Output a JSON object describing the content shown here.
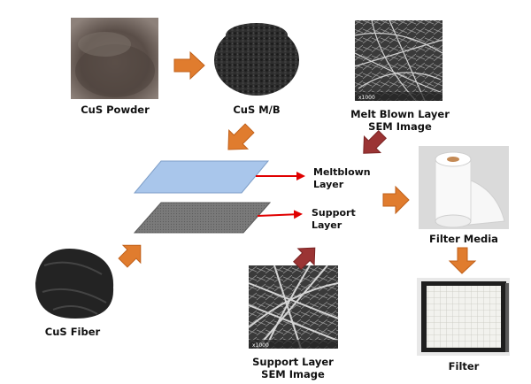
{
  "items": {
    "cus_powder": "CuS Powder",
    "cus_mb": "CuS M/B",
    "meltblown_sem_l1": "Melt Blown Layer",
    "meltblown_sem_l2": "SEM Image",
    "cus_fiber": "CuS Fiber",
    "support_sem_l1": "Support Layer",
    "support_sem_l2": "SEM Image",
    "filter_media": "Filter Media",
    "filter": "Filter"
  },
  "layers": {
    "meltblown_l1": "Meltblown",
    "meltblown_l2": "Layer",
    "support_l1": "Support",
    "support_l2": "Layer"
  },
  "sem_scale": "x1000",
  "colors": {
    "process_arrow": "#e07c2e",
    "process_arrow_edge": "#c0601a",
    "sem_arrow": "#9b3434",
    "pointer_arrow": "#e00000",
    "meltblown_layer": "#a9c6eb",
    "support_layer": "#7f7f7f"
  }
}
